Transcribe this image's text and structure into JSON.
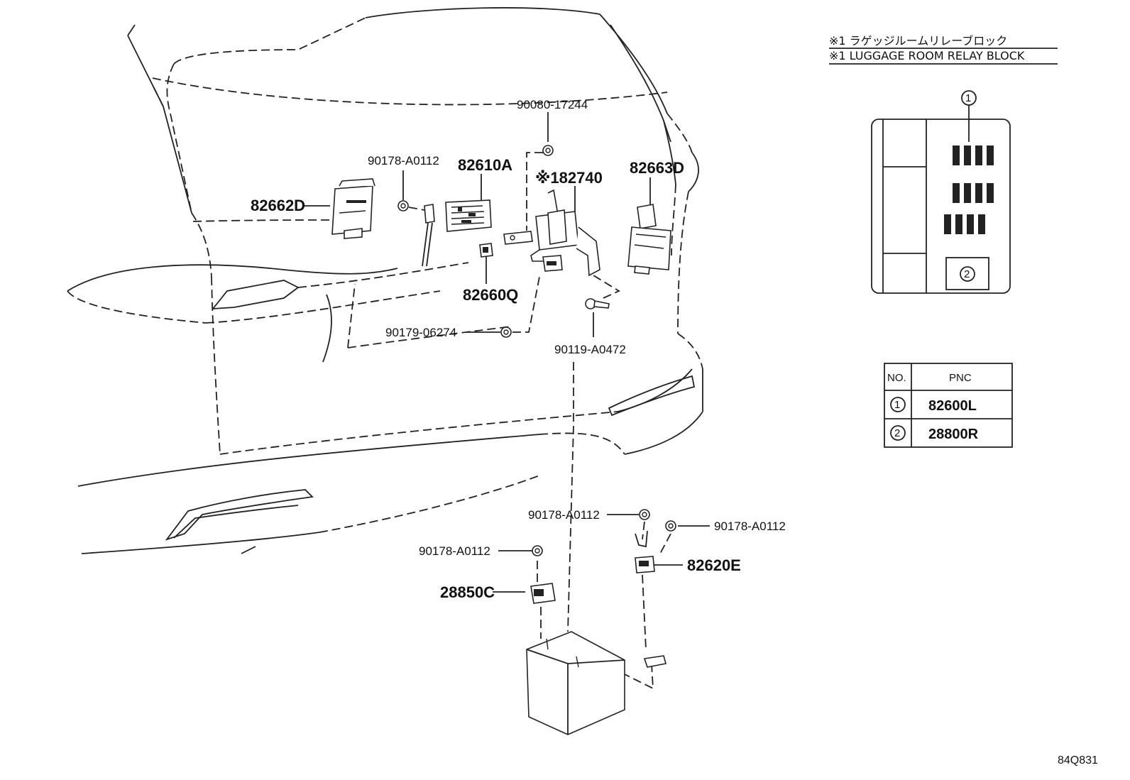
{
  "notes": {
    "line1": "※1 ラゲッジルームリレーブロック",
    "line2": "※1 LUGGAGE ROOM RELAY BLOCK"
  },
  "callouts": {
    "p_90080_17244": "90080-17244",
    "p_90178_A0112_top": "90178-A0112",
    "p_82610A": "82610A",
    "p_82740": "※182740",
    "p_82663D": "82663D",
    "p_82662D": "82662D",
    "p_82660Q": "82660Q",
    "p_90179_06274": "90179-06274",
    "p_90119_A0472": "90119-A0472",
    "p_90178_A0112_mid": "90178-A0112",
    "p_90178_A0112_right": "90178-A0112",
    "p_90178_A0112_left": "90178-A0112",
    "p_82620E": "82620E",
    "p_28850C": "28850C"
  },
  "relay_block": {
    "marker1": "1",
    "marker2": "2"
  },
  "pnc_table": {
    "headers": [
      "NO.",
      "PNC"
    ],
    "rows": [
      {
        "no": "1",
        "pnc": "82600L"
      },
      {
        "no": "2",
        "pnc": "28800R"
      }
    ]
  },
  "diagram_code": "84Q831"
}
